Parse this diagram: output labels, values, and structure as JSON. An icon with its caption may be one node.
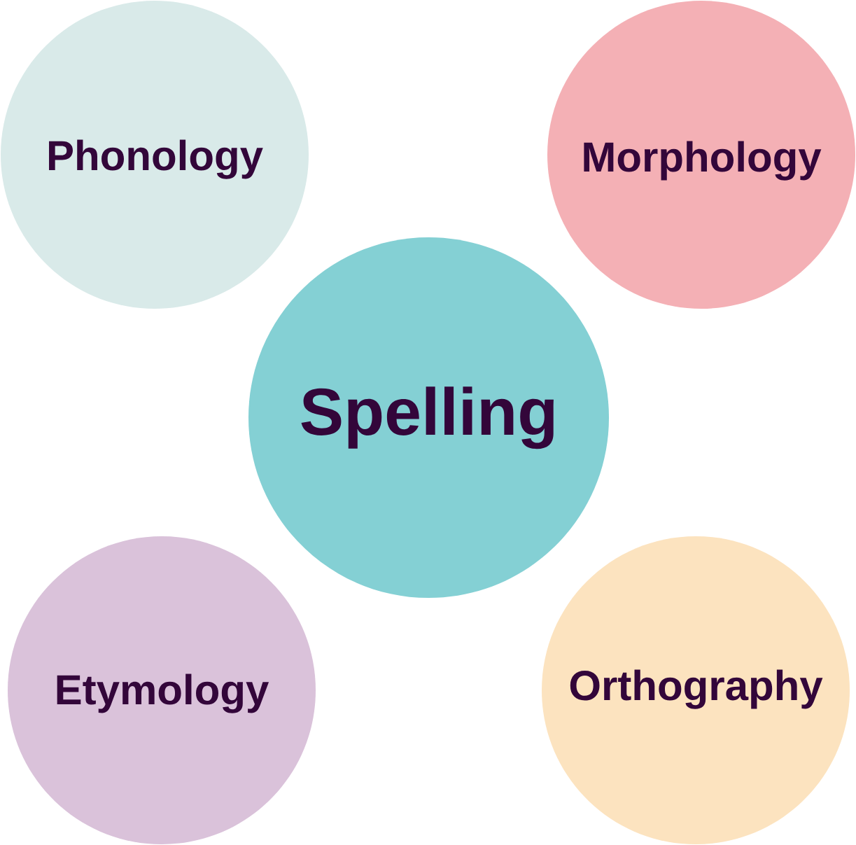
{
  "diagram": {
    "nodes": [
      {
        "text": [
          "Phonology"
        ]
      },
      {
        "text": [
          "Morphology"
        ]
      },
      {
        "text": [
          "Spelling"
        ]
      },
      {
        "text": [
          "Etymology"
        ]
      },
      {
        "text": [
          "Orthography"
        ]
      }
    ]
  }
}
